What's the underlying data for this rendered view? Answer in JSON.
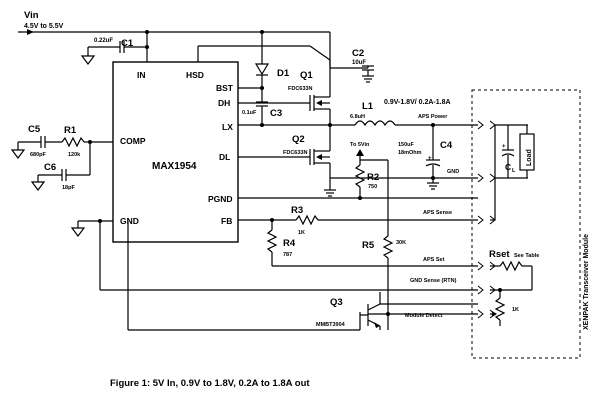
{
  "supply": {
    "title": "Vin",
    "range": "4.5V to 5.5V"
  },
  "ic": {
    "name": "MAX1954",
    "pins": {
      "in": "IN",
      "hsd": "HSD",
      "bst": "BST",
      "dh": "DH",
      "lx": "LX",
      "comp": "COMP",
      "dl": "DL",
      "pgnd": "PGND",
      "gnd": "GND",
      "fb": "FB"
    }
  },
  "components": {
    "c1": {
      "ref": "C1",
      "value": "0.22uF"
    },
    "c2": {
      "ref": "C2",
      "value": "10uF"
    },
    "c3": {
      "ref": "C3",
      "value": "0.1uF"
    },
    "c4": {
      "ref": "C4",
      "value": "150uF",
      "esr": "18mOhm"
    },
    "c5": {
      "ref": "C5",
      "value": "680pF"
    },
    "c6": {
      "ref": "C6",
      "value": "18pF"
    },
    "cl": {
      "ref": "C",
      "sub": "L"
    },
    "d1": {
      "ref": "D1"
    },
    "q1": {
      "ref": "Q1",
      "part": "FDC633N"
    },
    "q2": {
      "ref": "Q2",
      "part": "FDC633N"
    },
    "q3": {
      "ref": "Q3",
      "part": "MMBT3904"
    },
    "l1": {
      "ref": "L1",
      "value": "6.8uH"
    },
    "r1": {
      "ref": "R1",
      "value": "120k"
    },
    "r2": {
      "ref": "R2",
      "value": "750"
    },
    "r3": {
      "ref": "R3",
      "value": "1K"
    },
    "r4": {
      "ref": "R4",
      "value": "787"
    },
    "r5": {
      "ref": "R5",
      "value": "30K"
    },
    "rset": {
      "ref": "Rset",
      "note": "See Table",
      "value": "1K"
    },
    "load": {
      "label": "Load"
    }
  },
  "nets": {
    "output_spec": "0.9V-1.8V/ 0.2A-1.8A",
    "aps_power": "APS Power",
    "to_5vin": "To 5Vin",
    "gnd": "GND",
    "aps_sense": "APS Sense",
    "aps_set": "APS Set",
    "gnd_sense": "GND Sense (RTN)",
    "module_detect": "Module Detect"
  },
  "module": {
    "label": "XENPAK Transceiver Module"
  },
  "caption": "Figure 1: 5V In, 0.9V to 1.8V, 0.2A to 1.8A out"
}
